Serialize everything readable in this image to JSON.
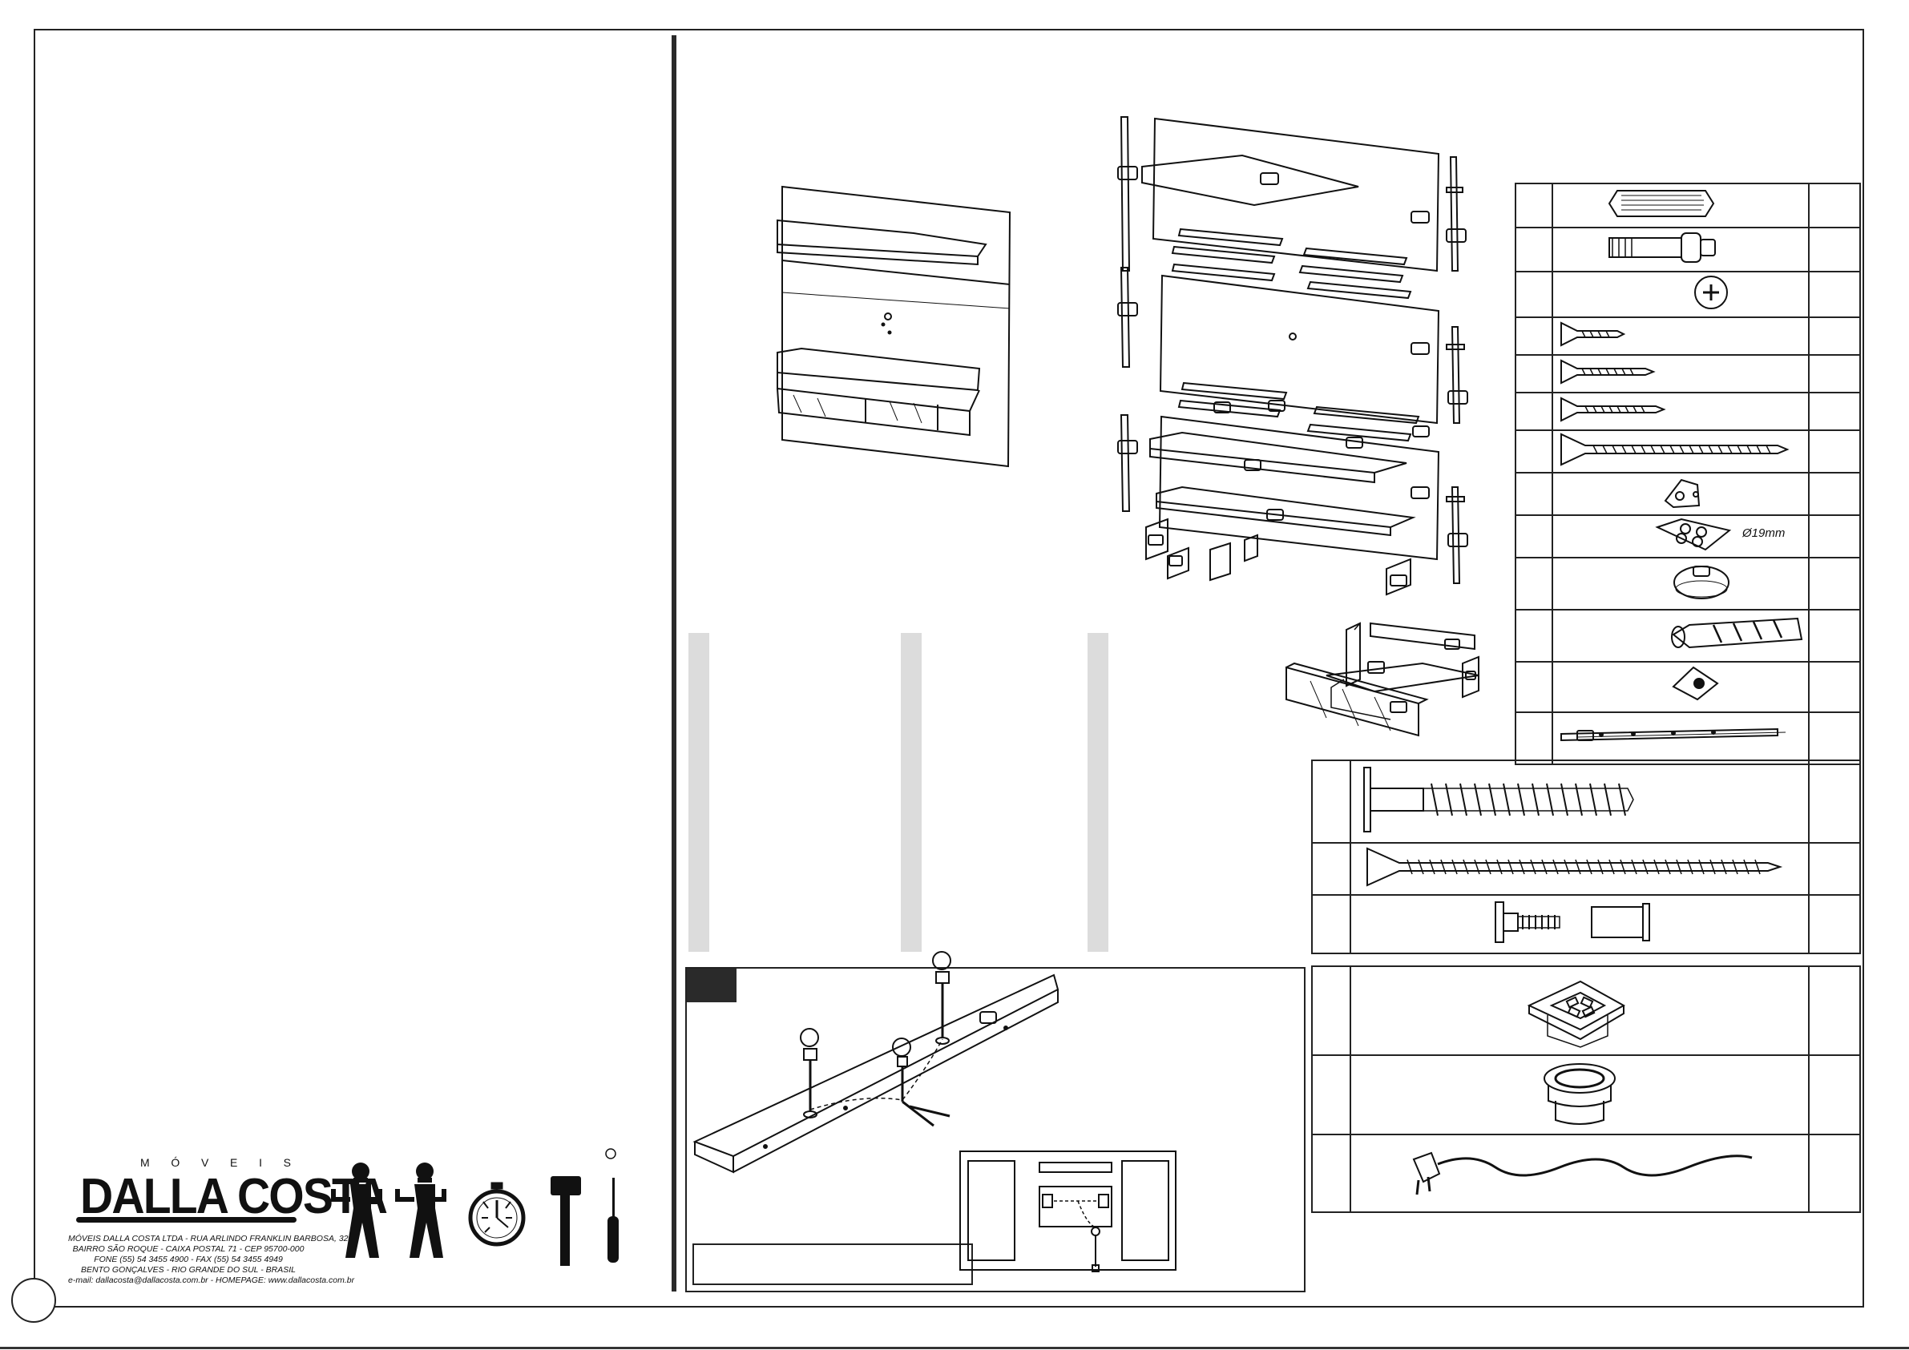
{
  "brand": {
    "small_letters": [
      "M",
      "Ó",
      "V",
      "E",
      "I",
      "S"
    ],
    "name": "DALLA COSTA",
    "colors": {
      "ink": "#111111",
      "panel_grey": "#dcdcdc",
      "header_fill": "#2a2a2a"
    }
  },
  "company": {
    "line1": "MÓVEIS DALLA COSTA LTDA - RUA ARLINDO FRANKLIN BARBOSA, 3250",
    "line2": "BAIRRO SÃO ROQUE - CAIXA POSTAL 71 - CEP 95700-000",
    "line3": "FONE (55) 54 3455 4900 - FAX (55) 54 3455 4949",
    "line4": "BENTO GONÇALVES - RIO GRANDE DO SUL - BRASIL",
    "line5": "e-mail: dallacosta@dallacosta.com.br - HOMEPAGE: www.dallacosta.com.br"
  },
  "tools": [
    "two-people-icon",
    "stopwatch-icon",
    "hammer-icon",
    "screwdriver-icon"
  ],
  "hardware": {
    "cushion_diameter": "Ø19mm",
    "parts_main": [
      "wood-dowel-icon",
      "cam-bolt-icon",
      "cam-lock-icon",
      "short-screw-icon",
      "medium-screw-icon",
      "long-screw-icon",
      "extra-long-screw-icon",
      "corner-bracket-icon",
      "cushion-pads-icon",
      "cap-icon",
      "wall-anchor-icon",
      "triangle-connector-icon",
      "drawer-slide-icon"
    ],
    "parts_wall": [
      "wall-bolt-icon",
      "wall-screw-icon",
      "connector-bolt-icon"
    ],
    "parts_electric": [
      "square-outlet-icon",
      "round-grommet-icon",
      "power-cord-icon"
    ]
  }
}
